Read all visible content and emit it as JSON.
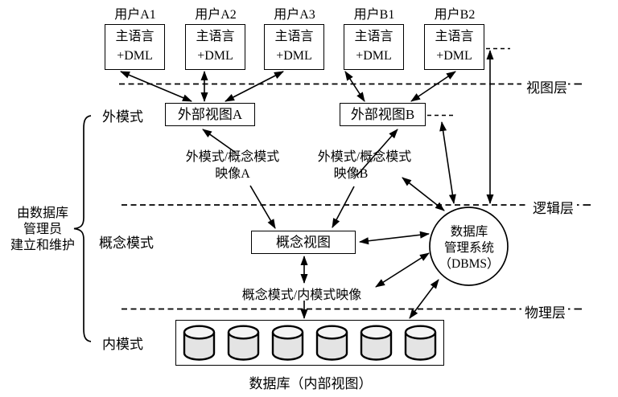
{
  "users": [
    {
      "label": "用户A1",
      "box_line1": "主语言",
      "box_line2": "+DML"
    },
    {
      "label": "用户A2",
      "box_line1": "主语言",
      "box_line2": "+DML"
    },
    {
      "label": "用户A3",
      "box_line1": "主语言",
      "box_line2": "+DML"
    },
    {
      "label": "用户B1",
      "box_line1": "主语言",
      "box_line2": "+DML"
    },
    {
      "label": "用户B2",
      "box_line1": "主语言",
      "box_line2": "+DML"
    }
  ],
  "layers": {
    "view": "视图层",
    "logic": "逻辑层",
    "physical": "物理层"
  },
  "schemas": {
    "external": "外模式",
    "conceptual": "概念模式",
    "internal": "内模式"
  },
  "nodes": {
    "external_view_a": "外部视图A",
    "external_view_b": "外部视图B",
    "conceptual_view": "概念视图",
    "dbms_line1": "数据库",
    "dbms_line2": "管理系统",
    "dbms_line3": "（DBMS）",
    "database_caption": "数据库（内部视图）"
  },
  "mappings": {
    "a_line1": "外模式/概念模式",
    "a_line2": "映像A",
    "b_line1": "外模式/概念模式",
    "b_line2": "映像B",
    "conceptual_internal": "概念模式/内模式映像"
  },
  "annotations": {
    "dba_line1": "由数据库",
    "dba_line2": "管理员",
    "dba_line3": "建立和维护"
  },
  "colors": {
    "line": "#000000",
    "background": "#ffffff",
    "cylinder_fill": "#e4e4e4",
    "cylinder_top": "#f4f4f4"
  }
}
